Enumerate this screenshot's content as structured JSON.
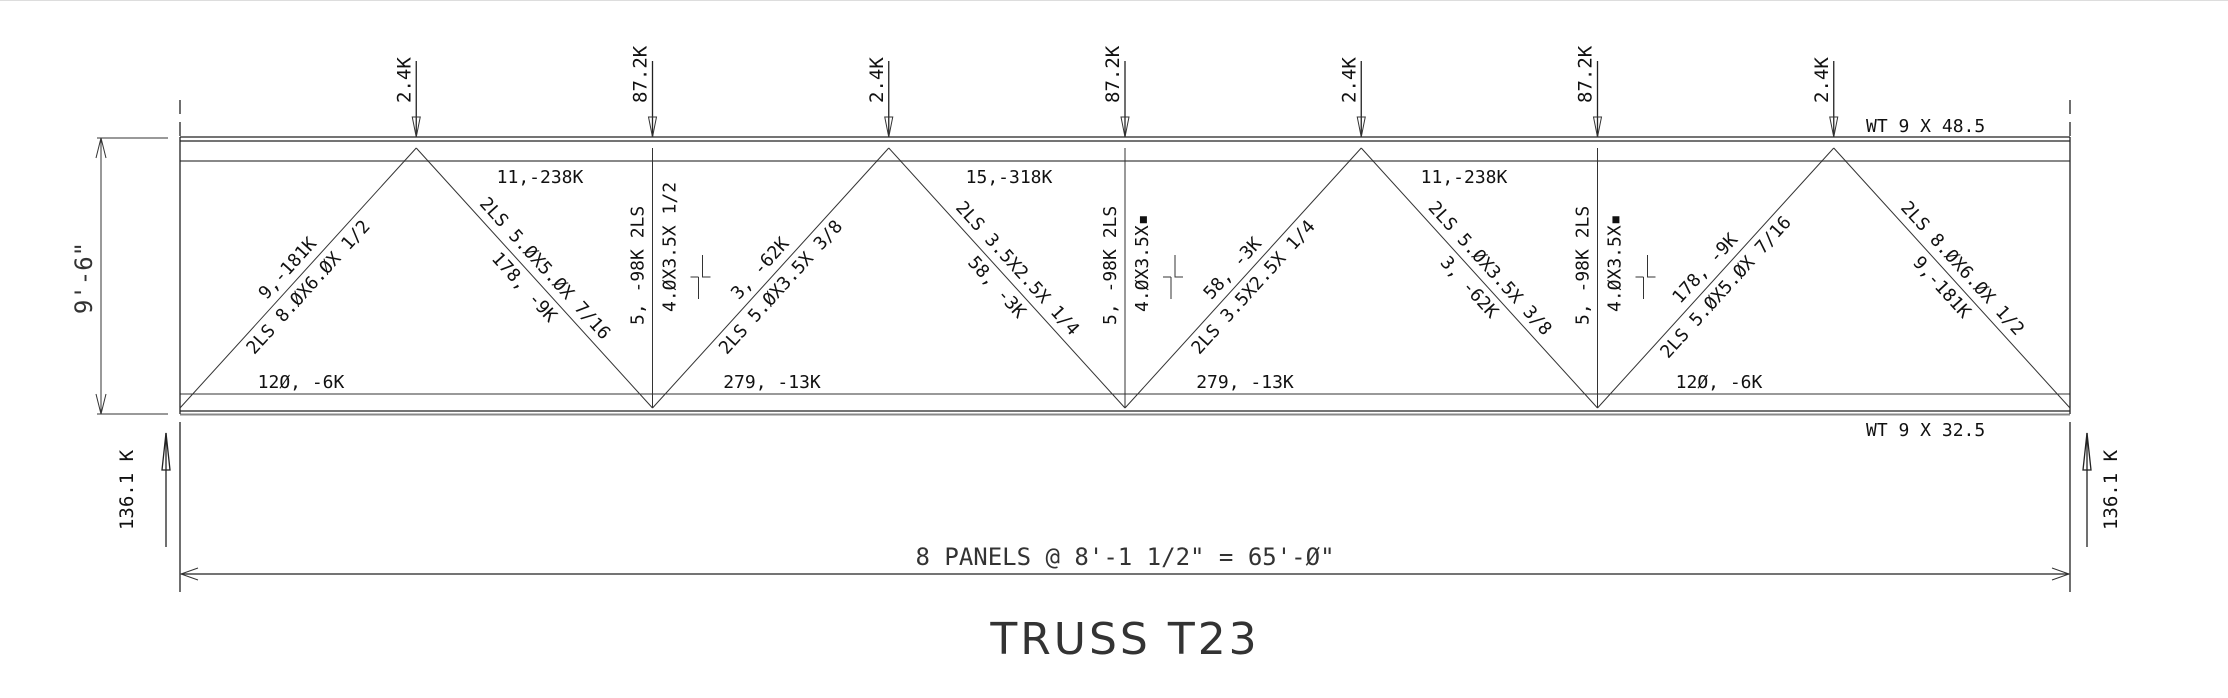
{
  "title": "TRUSS T23",
  "span_dimension": "8 PANELS @ 8'-1 1/2\" = 65'-Ø\"",
  "height_dimension": "9'-6\"",
  "top_chord_section": "WT 9 X 48.5",
  "bottom_chord_section": "WT 9 X 32.5",
  "loads": [
    "2.4K",
    "87.2K",
    "2.4K",
    "87.2K",
    "2.4K",
    "87.2K",
    "2.4K"
  ],
  "reactions": {
    "left": "136.1 K",
    "right": "136.1 K"
  },
  "top_chord_forces": [
    "11,-238K",
    "15,-318K",
    "11,-238K"
  ],
  "bottom_chord_forces": [
    "12Ø, -6K",
    "279, -13K",
    "279, -13K",
    "12Ø, -6K"
  ],
  "diagonals": [
    {
      "force": "9,-181K",
      "section": "2LS 8.ØX6.ØX 1/2"
    },
    {
      "force": "178, -9K",
      "section": "2LS 5.ØX5.ØX 7/16"
    },
    {
      "force": "3, -62K",
      "section": "2LS 5.ØX3.5X 3/8"
    },
    {
      "force": "58, -3K",
      "section": "2LS 3.5X2.5X 1/4"
    },
    {
      "force": "58, -3K",
      "section": "2LS 3.5X2.5X 1/4"
    },
    {
      "force": "3, -62K",
      "section": "2LS 5.ØX3.5X 3/8"
    },
    {
      "force": "178, -9K",
      "section": "2LS 5.ØX5.ØX 7/16"
    },
    {
      "force": "9,-181K",
      "section": "2LS 8.ØX6.ØX 1/2"
    }
  ],
  "verticals": [
    {
      "force": "5, -98K  2LS",
      "section": "4.ØX3.5X 1/2"
    },
    {
      "force": "5, -98K  2LS",
      "section": "4.ØX3.5X▪"
    },
    {
      "force": "5, -98K  2LS",
      "section": "4.ØX3.5X▪"
    }
  ]
}
